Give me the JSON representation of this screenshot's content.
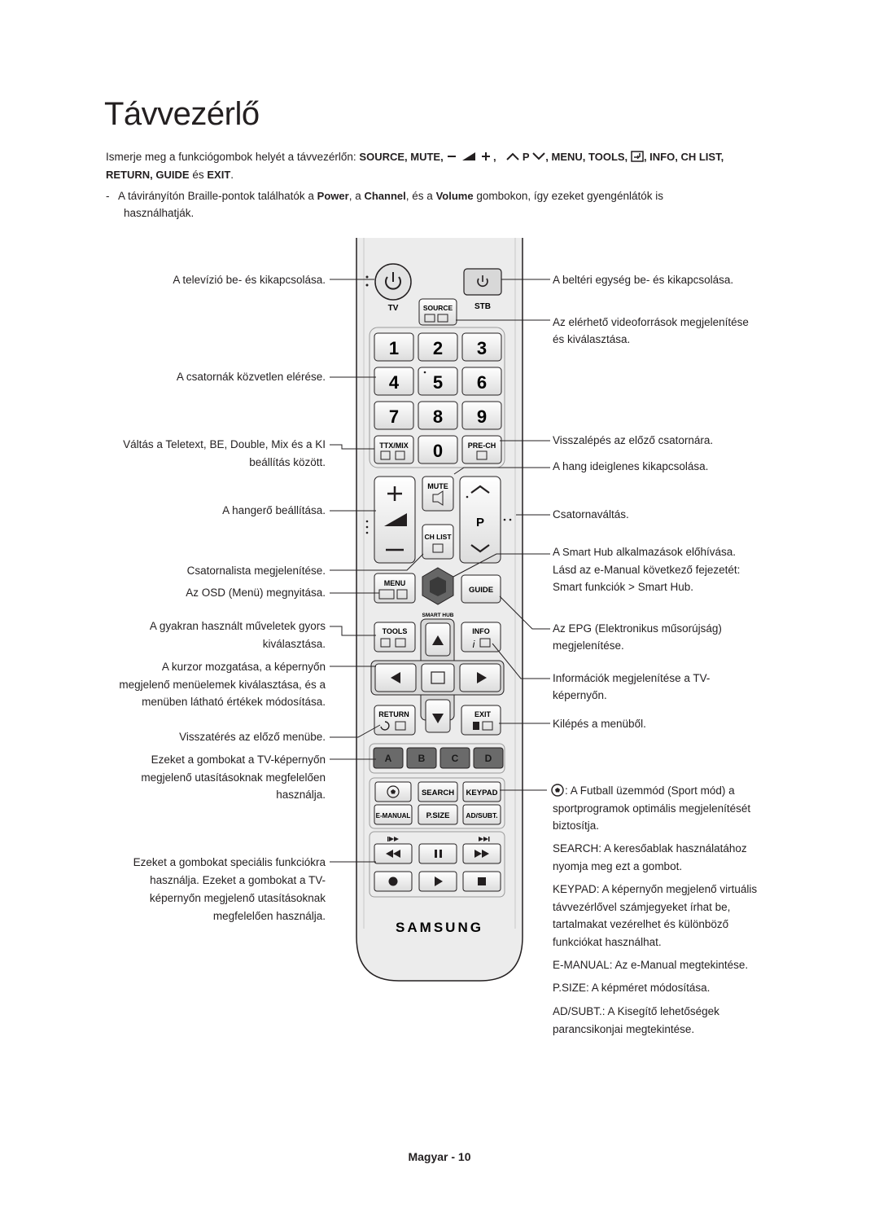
{
  "title": "Távvezérlő",
  "intro": {
    "line1_text": "Ismerje meg a funkciógombok helyét a távvezérlőn:",
    "line1_keys": "SOURCE, MUTE, ",
    "line1_p": "P",
    "line1_keys2": ", MENU, TOOLS,",
    "line1_keys3": ", INFO, CH LIST,",
    "line2_keys": "RETURN, GUIDE",
    "line2_es": "és",
    "line2_exit": "EXIT",
    "note_dash": "-",
    "note_a": "A távirányítón Braille-pontok találhatók a",
    "note_power": "Power",
    "note_b": ", a",
    "note_channel": "Channel",
    "note_c": ", és a",
    "note_volume": "Volume",
    "note_d": "gombokon, így ezeket gyengénlátók is",
    "note_line2": "használhatják."
  },
  "left_labels": {
    "power_tv": "A televízió be- és kikapcsolása.",
    "channels_direct": "A csatornák közvetlen elérése.",
    "teletext_1": "Váltás a Teletext, BE, Double, Mix és a KI",
    "teletext_2": "beállítás között.",
    "volume": "A hangerő beállítása.",
    "channel_list": "Csatornalista megjelenítése.",
    "menu": "Az OSD (Menü) megnyitása.",
    "tools_1": "A gyakran használt műveletek gyors",
    "tools_2": "kiválasztása.",
    "cursor_1": "A kurzor mozgatása, a képernyőn",
    "cursor_2": "megjelenő menüelemek kiválasztása, és a",
    "cursor_3": "menüben látható értékek módosítása.",
    "return": "Visszatérés az előző menübe.",
    "color_1": "Ezeket a gombokat a TV-képernyőn",
    "color_2": "megjelenő utasításoknak megfelelően",
    "color_3": "használja.",
    "special_1": "Ezeket a gombokat speciális funkciókra",
    "special_2": "használja. Ezeket a gombokat a TV-",
    "special_3": "képernyőn megjelenő utasításoknak",
    "special_4": "megfelelően használja."
  },
  "right_labels": {
    "stb_power": "A beltéri egység be- és kikapcsolása.",
    "source_1": "Az elérhető videoforrások megjelenítése",
    "source_2": "és kiválasztása.",
    "prech": "Visszalépés az előző csatornára.",
    "mute": "A hang ideiglenes kikapcsolása.",
    "channel": "Csatornaváltás.",
    "smarthub_1a": "A",
    "smarthub_1b": "Smart Hub",
    "smarthub_1c": "alkalmazások előhívása.",
    "smarthub_2": "Lásd az e-Manual következő fejezetét:",
    "smarthub_3a": "Smart funkciók",
    "smarthub_3b": ">",
    "smarthub_3c": "Smart Hub",
    "smarthub_3d": ".",
    "epg_1a": "Az",
    "epg_1b": "EPG",
    "epg_1c": "(Elektronikus műsorújság)",
    "epg_2": "megjelenítése.",
    "info_1": "Információk megjelenítése a TV-",
    "info_2": "képernyőn.",
    "exit": "Kilépés a menüből.",
    "football_1a": ": A",
    "football_1b": "Futball üzemmód",
    "football_1c": "(Sport mód) a",
    "football_2": "sportprogramok optimális megjelenítését",
    "football_3": "biztosítja.",
    "search_1a": "SEARCH",
    "search_1b": ": A keresőablak használatához",
    "search_2": "nyomja meg ezt a gombot.",
    "keypad_1a": "KEYPAD",
    "keypad_1b": ": A képernyőn megjelenő virtuális",
    "keypad_2": "távvezérlővel számjegyeket írhat be,",
    "keypad_3": "tartalmakat vezérelhet és különböző",
    "keypad_4": "funkciókat használhat.",
    "emanual_a": "E-MANUAL",
    "emanual_b": ": Az",
    "emanual_c": "e-Manual",
    "emanual_d": "megtekintése.",
    "psize_a": "P.SIZE",
    "psize_b": ": A képméret módosítása.",
    "adsubt_a": "AD/SUBT.",
    "adsubt_b": ": A",
    "adsubt_c": "Kisegítő lehetőségek",
    "adsubt_2a": "parancsikonjai",
    "adsubt_2b": "megtekintése."
  },
  "remote": {
    "tv_label": "TV",
    "source_label": "SOURCE",
    "stb_label": "STB",
    "numbers": [
      "1",
      "2",
      "3",
      "4",
      "5",
      "6",
      "7",
      "8",
      "9",
      "0"
    ],
    "ttx_label": "TTX/MIX",
    "prech_label": "PRE-CH",
    "mute_label": "MUTE",
    "ch_p": "P",
    "chlist_label": "CH LIST",
    "menu_label": "MENU",
    "guide_label": "GUIDE",
    "smarthub_label": "SMART HUB",
    "tools_label": "TOOLS",
    "info_label": "INFO",
    "return_label": "RETURN",
    "exit_label": "EXIT",
    "color_a": "A",
    "color_b": "B",
    "color_c": "C",
    "color_d": "D",
    "search_label": "SEARCH",
    "keypad_label": "KEYPAD",
    "emanual_label": "E-MANUAL",
    "psize_label": "P.SIZE",
    "adsubt_label": "AD/SUBT.",
    "brand": "SAMSUNG",
    "colors": {
      "a": "#6a6a6a",
      "b": "#6a6a6a",
      "c": "#6a6a6a",
      "d": "#6a6a6a",
      "body": "#ececec",
      "power": "#d9d9d9"
    }
  },
  "footer": "Magyar - 10"
}
